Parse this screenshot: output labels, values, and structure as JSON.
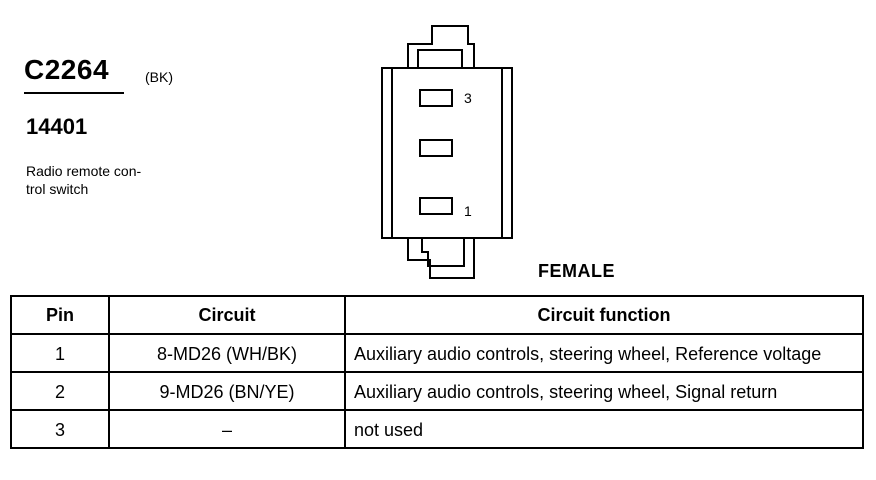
{
  "connector": {
    "id": "C2264",
    "color_code": "(BK)",
    "part_number": "14401",
    "description_lines": [
      "Radio remote con-",
      "trol switch"
    ],
    "view_label": "FEMALE",
    "pin_labels": {
      "top": "3",
      "bottom": "1"
    }
  },
  "table": {
    "headers": [
      "Pin",
      "Circuit",
      "Circuit function"
    ],
    "rows": [
      {
        "pin": "1",
        "circuit": "8-MD26 (WH/BK)",
        "function": "Auxiliary audio controls, steering wheel, Reference voltage"
      },
      {
        "pin": "2",
        "circuit": "9-MD26 (BN/YE)",
        "function": "Auxiliary audio controls, steering wheel, Signal return"
      },
      {
        "pin": "3",
        "circuit": "–",
        "function": "not used"
      }
    ]
  }
}
